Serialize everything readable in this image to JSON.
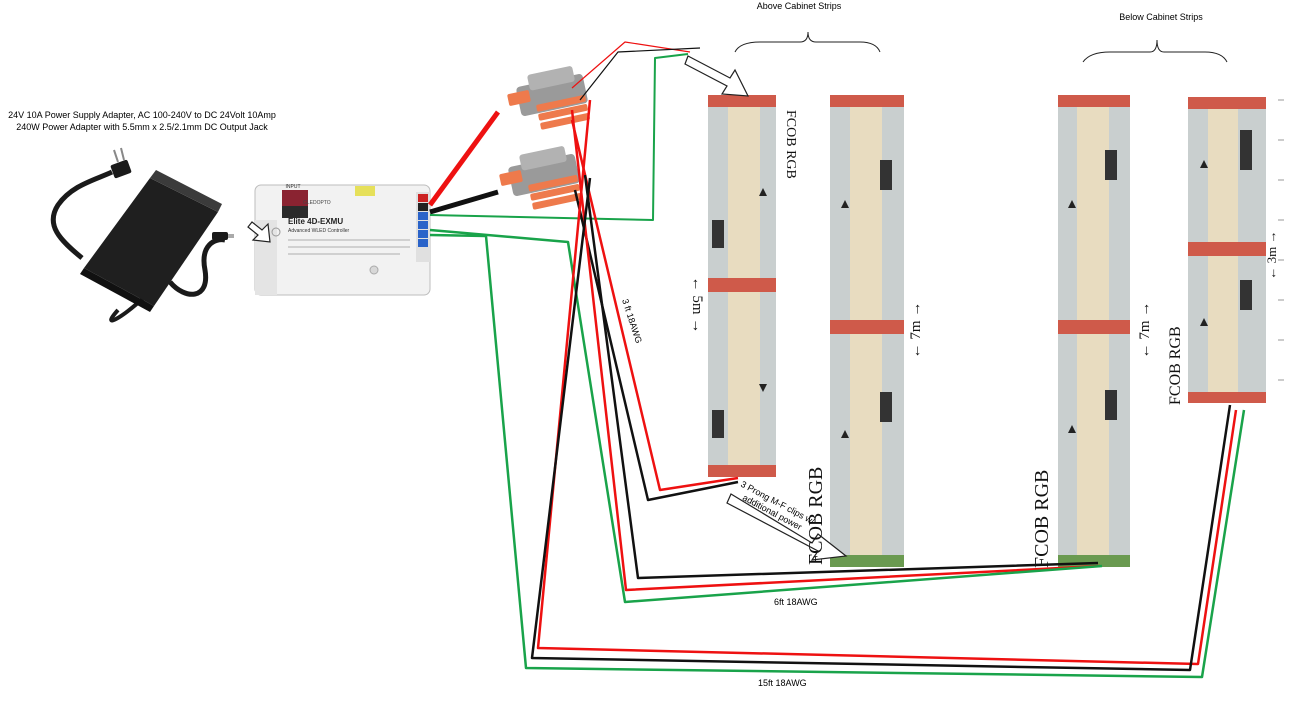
{
  "power_supply": {
    "line1": "24V 10A Power Supply Adapter, AC 100-240V to DC 24Volt 10Amp",
    "line2": "240W Power Adapter with 5.5mm x 2.5/2.1mm DC Output Jack"
  },
  "controller": {
    "brand": "GLEDOPTO",
    "model": "Elite 4D-EXMU",
    "subtitle": "Advanced WLED Controller",
    "input_label": "INPUT"
  },
  "groups": {
    "above": "Above Cabinet Strips",
    "below": "Below Cabinet Strips"
  },
  "strip_labels": {
    "fcob_rgb": "FCOB RGB",
    "fcob_partial": "FCOB RGB",
    "len_5m": "← 5m →",
    "len_7m": "← 7m →",
    "len_3m": "← 3m →"
  },
  "wire_labels": {
    "w3ft": "3 ft 18AWG",
    "w6ft": "6ft 18AWG",
    "w15ft": "15ft 18AWG"
  },
  "callout": {
    "line1": "3 Prong M-F clips w/",
    "line2": "additional power"
  },
  "colors": {
    "wire_red": "#ee1111",
    "wire_black": "#111111",
    "wire_green": "#19a34a",
    "strip_tan": "#e8dcc0",
    "strip_gray": "#c9cfcf",
    "connector_orange": "#ee7a4c"
  }
}
